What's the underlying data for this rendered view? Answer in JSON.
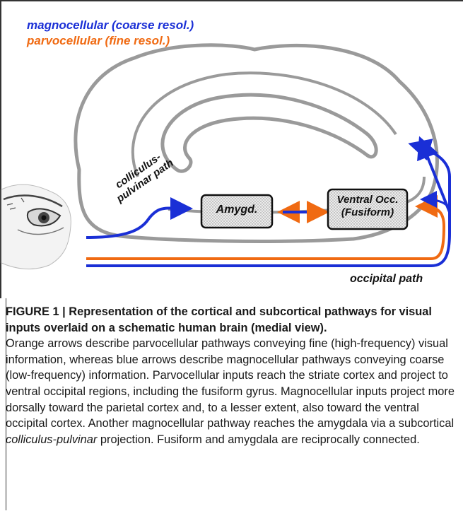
{
  "legend": {
    "magno": "magnocellular (coarse resol.)",
    "parvo": "parvocellular (fine resol.)",
    "magno_color": "#1a2fd6",
    "parvo_color": "#f06a12"
  },
  "nodes": {
    "amygdala": "Amygd.",
    "ventral_line1": "Ventral Occ.",
    "ventral_line2": "(Fusiform)"
  },
  "labels": {
    "colliculus_line1": "colliculus-",
    "colliculus_line2": "pulvinar path",
    "occipital": "occipital path"
  },
  "caption": {
    "title": "FIGURE 1 | Representation of the cortical and subcortical pathways for visual inputs overlaid on a schematic human brain (medial view).",
    "body_1": "Orange arrows describe parvocellular pathways conveying fine (high-frequency) visual information, whereas blue arrows describe magnocellular pathways conveying coarse (low-frequency) information. Parvocellular inputs reach the striate cortex and project to ventral occipital regions, including the fusiform gyrus. Magnocellular inputs project more dorsally toward the parietal cortex and, to a lesser extent, also toward the ventral occipital cortex. Another magnocellular pathway reaches the amygdala via a subcortical ",
    "body_italic": "colliculus-pulvinar",
    "body_2": " projection. Fusiform and amygdala are reciprocally connected."
  }
}
